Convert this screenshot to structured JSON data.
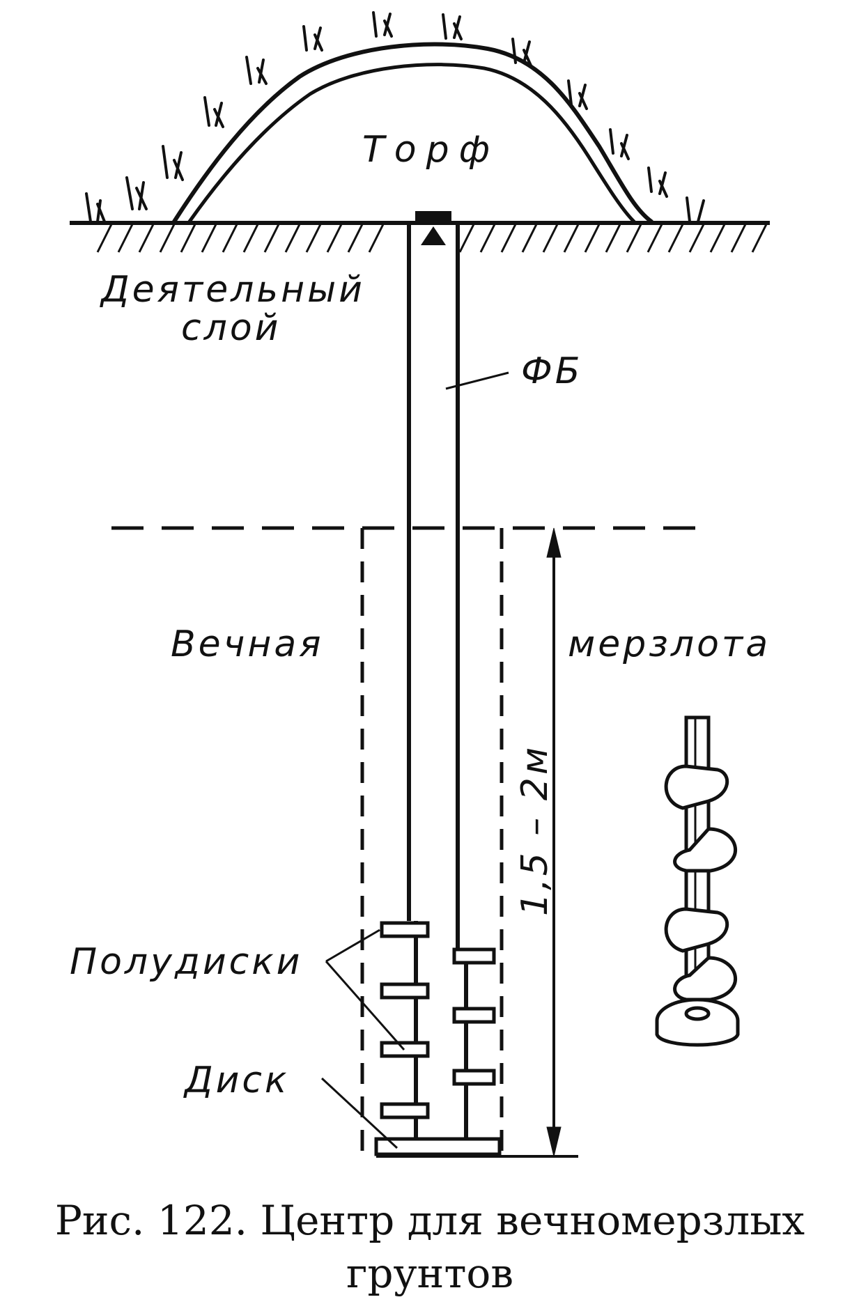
{
  "labels": {
    "peat": "Торф",
    "active_layer_line1": "Деятельный",
    "active_layer_line2": "слой",
    "concrete_marker": "ФБ",
    "permafrost_left": "Вечная",
    "permafrost_right": "мерзлота",
    "depth": "1,5 – 2м",
    "half_discs": "Полудиски",
    "disc": "Диск"
  },
  "caption": {
    "line1": "Рис. 122. Центр для вечномерзлых",
    "line2": "грунтов"
  },
  "colors": {
    "ink": "#111111",
    "background": "#ffffff"
  }
}
